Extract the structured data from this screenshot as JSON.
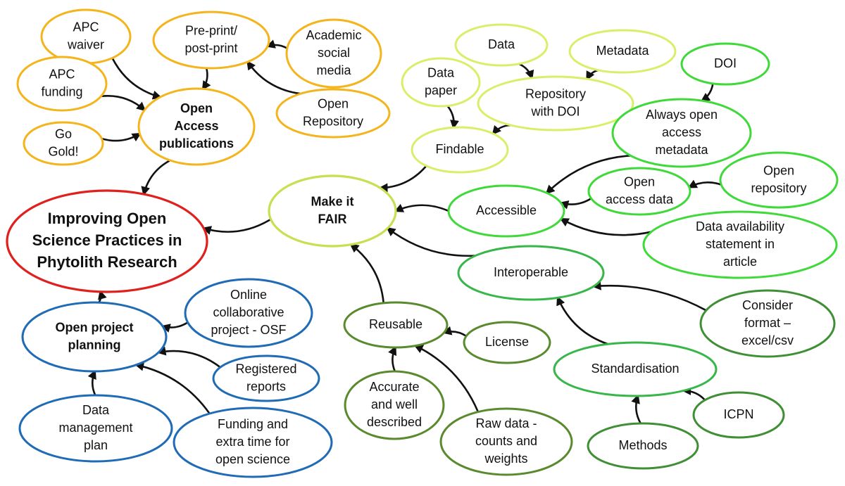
{
  "colors": {
    "orange": "#f4b41c",
    "red": "#e0201c",
    "blue": "#1f6bb5",
    "lime": "#d8ef6a",
    "yellowgreen": "#c5e050",
    "bright_green": "#3fd93a",
    "mid_green": "#38b64a",
    "dark_green": "#5a8a2e",
    "darker_green": "#3f8f35",
    "arrow": "#111111"
  },
  "nodes": {
    "central": {
      "lines": [
        "Improving Open",
        "Science Practices in",
        "Phytolith Research"
      ]
    },
    "open_access": {
      "lines": [
        "Open",
        "Access",
        "publications"
      ]
    },
    "apc_waiver": {
      "lines": [
        "APC",
        "waiver"
      ]
    },
    "apc_funding": {
      "lines": [
        "APC",
        "funding"
      ]
    },
    "go_gold": {
      "lines": [
        "Go",
        "Gold!"
      ]
    },
    "preprint": {
      "lines": [
        "Pre-print/",
        "post-print"
      ]
    },
    "academic_social": {
      "lines": [
        "Academic",
        "social",
        "media"
      ]
    },
    "open_repo_1": {
      "lines": [
        "Open",
        "Repository"
      ]
    },
    "make_fair": {
      "lines": [
        "Make it",
        "FAIR"
      ]
    },
    "findable": {
      "lines": [
        "Findable"
      ]
    },
    "data_paper": {
      "lines": [
        "Data",
        "paper"
      ]
    },
    "data": {
      "lines": [
        "Data"
      ]
    },
    "metadata": {
      "lines": [
        "Metadata"
      ]
    },
    "repo_doi": {
      "lines": [
        "Repository",
        "with DOI"
      ]
    },
    "doi": {
      "lines": [
        "DOI"
      ]
    },
    "always_open": {
      "lines": [
        "Always open",
        "access",
        "metadata"
      ]
    },
    "accessible": {
      "lines": [
        "Accessible"
      ]
    },
    "open_access_data": {
      "lines": [
        "Open",
        "access data"
      ]
    },
    "open_repo_2": {
      "lines": [
        "Open",
        "repository"
      ]
    },
    "data_avail": {
      "lines": [
        "Data availability",
        "statement in",
        "article"
      ]
    },
    "interoperable": {
      "lines": [
        "Interoperable"
      ]
    },
    "consider_format": {
      "lines": [
        "Consider",
        "format –",
        "excel/csv"
      ]
    },
    "standardisation": {
      "lines": [
        "Standardisation"
      ]
    },
    "icpn": {
      "lines": [
        "ICPN"
      ]
    },
    "methods": {
      "lines": [
        "Methods"
      ]
    },
    "reusable": {
      "lines": [
        "Reusable"
      ]
    },
    "license": {
      "lines": [
        "License"
      ]
    },
    "accurate": {
      "lines": [
        "Accurate",
        "and well",
        "described"
      ]
    },
    "raw_data": {
      "lines": [
        "Raw data -",
        "counts and",
        "weights"
      ]
    },
    "open_project": {
      "lines": [
        "Open project",
        "planning"
      ]
    },
    "online_collab": {
      "lines": [
        "Online",
        "collaborative",
        "project - OSF"
      ]
    },
    "registered": {
      "lines": [
        "Registered",
        "reports"
      ]
    },
    "data_mgmt": {
      "lines": [
        "Data",
        "management",
        "plan"
      ]
    },
    "funding_time": {
      "lines": [
        "Funding and",
        "extra time for",
        "open science"
      ]
    }
  },
  "edges": [
    [
      "apc_waiver",
      "open_access"
    ],
    [
      "apc_funding",
      "open_access"
    ],
    [
      "go_gold",
      "open_access"
    ],
    [
      "preprint",
      "open_access"
    ],
    [
      "academic_social",
      "preprint"
    ],
    [
      "open_repo_1",
      "preprint"
    ],
    [
      "open_access",
      "central"
    ],
    [
      "make_fair",
      "central"
    ],
    [
      "open_project",
      "central"
    ],
    [
      "findable",
      "make_fair"
    ],
    [
      "accessible",
      "make_fair"
    ],
    [
      "interoperable",
      "make_fair"
    ],
    [
      "reusable",
      "make_fair"
    ],
    [
      "data_paper",
      "findable"
    ],
    [
      "repo_doi",
      "findable"
    ],
    [
      "data",
      "repo_doi"
    ],
    [
      "metadata",
      "repo_doi"
    ],
    [
      "doi",
      "always_open"
    ],
    [
      "always_open",
      "accessible"
    ],
    [
      "open_access_data",
      "accessible"
    ],
    [
      "open_repo_2",
      "open_access_data"
    ],
    [
      "data_avail",
      "accessible"
    ],
    [
      "consider_format",
      "interoperable"
    ],
    [
      "standardisation",
      "interoperable"
    ],
    [
      "icpn",
      "standardisation"
    ],
    [
      "methods",
      "standardisation"
    ],
    [
      "license",
      "reusable"
    ],
    [
      "accurate",
      "reusable"
    ],
    [
      "raw_data",
      "reusable"
    ],
    [
      "online_collab",
      "open_project"
    ],
    [
      "registered",
      "open_project"
    ],
    [
      "data_mgmt",
      "open_project"
    ],
    [
      "funding_time",
      "open_project"
    ]
  ]
}
